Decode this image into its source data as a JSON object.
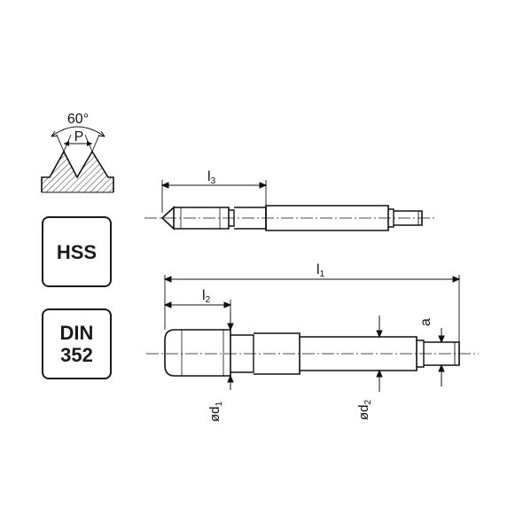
{
  "thread_profile": {
    "angle": "60°",
    "pitch": "P"
  },
  "badges": {
    "material": "HSS",
    "standard_line1": "DIN",
    "standard_line2": "352"
  },
  "dimensions": {
    "l1": "l1",
    "l2": "l2",
    "l3": "l3",
    "d1": "ød1",
    "d2": "ød2",
    "a": "a"
  }
}
